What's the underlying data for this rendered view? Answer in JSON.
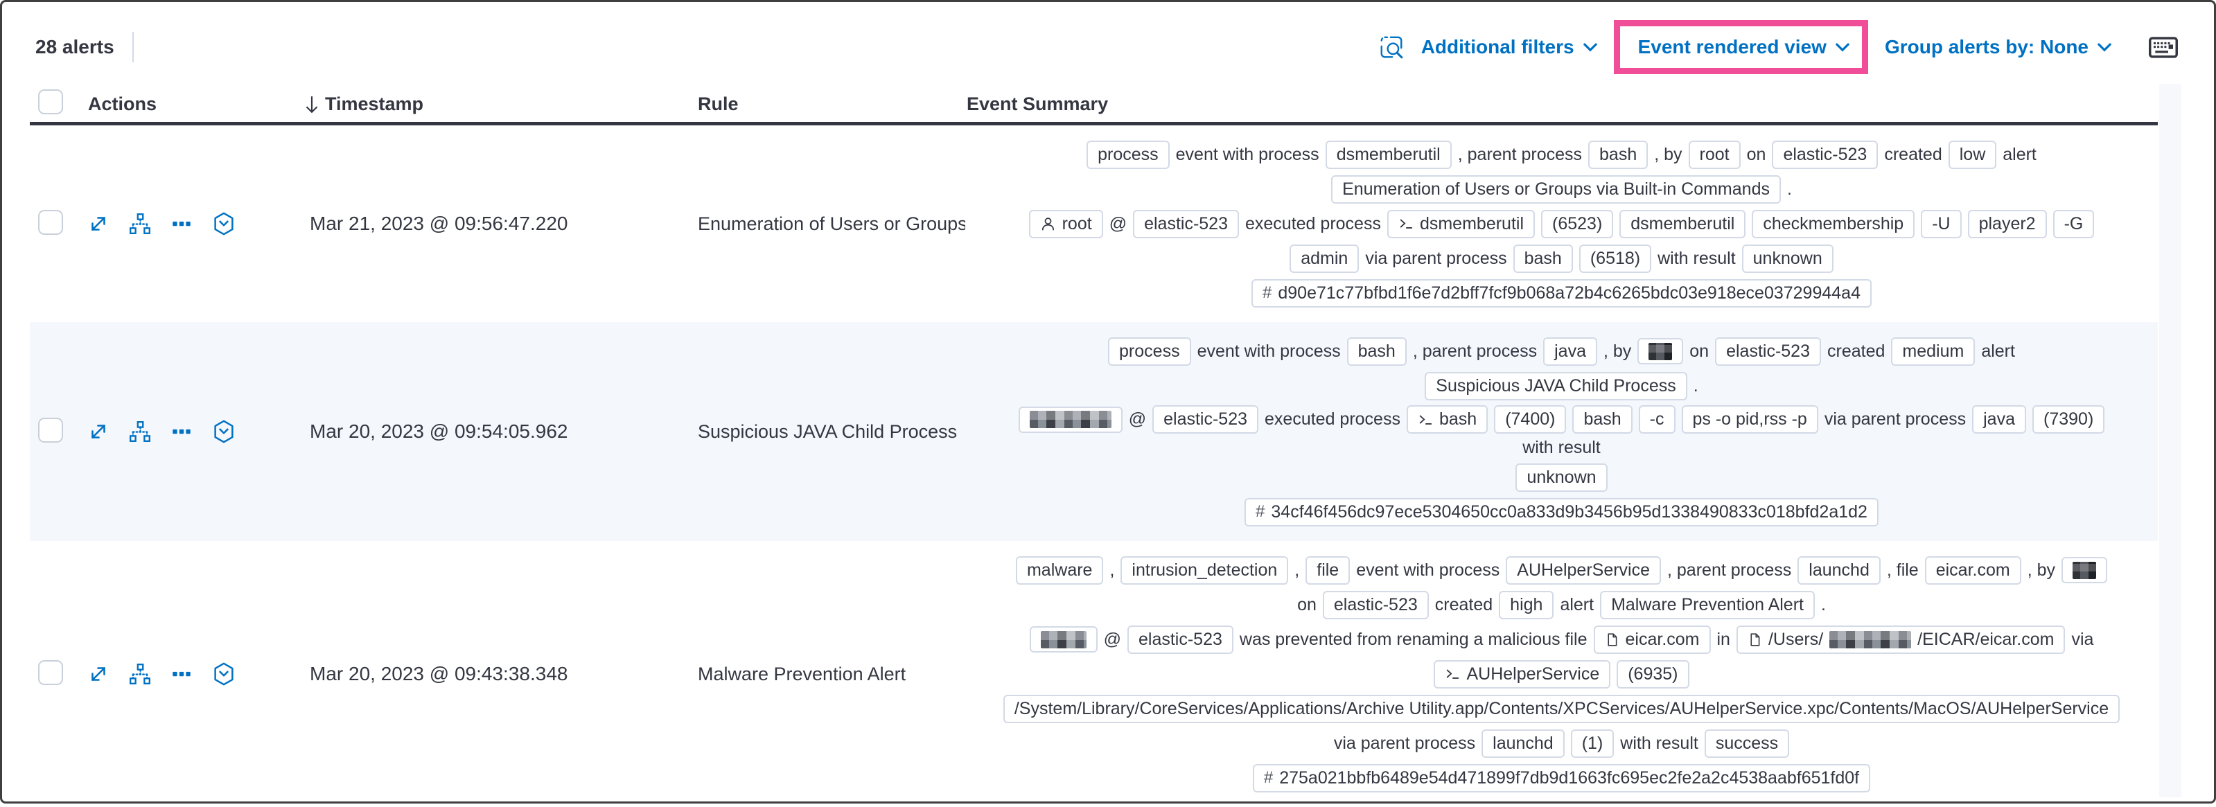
{
  "colors": {
    "accent_blue": "#0071c2",
    "highlight_pink": "#f04e98",
    "dark_text": "#343741",
    "pill_border": "#d3dae6",
    "striped_row_bg": "#f4f7fc"
  },
  "toolbar": {
    "alerts_count": "28 alerts",
    "additional_filters_label": "Additional filters",
    "view_selector_label": "Event rendered view",
    "group_by_label": "Group alerts by: None"
  },
  "table": {
    "headers": {
      "actions": "Actions",
      "timestamp": "Timestamp",
      "rule": "Rule",
      "event_summary": "Event Summary"
    },
    "action_icons": [
      "expand-alert-icon",
      "analyze-event-icon",
      "more-actions-icon",
      "session-viewer-icon"
    ]
  },
  "rows": [
    {
      "timestamp": "Mar 21, 2023 @ 09:56:47.220",
      "rule": "Enumeration of Users or Groups via Bui",
      "summary": [
        [
          {
            "t": "p",
            "v": "process"
          },
          {
            "t": "x",
            "v": "event with process"
          },
          {
            "t": "p",
            "v": "dsmemberutil"
          },
          {
            "t": "x",
            "v": ", parent process"
          },
          {
            "t": "p",
            "v": "bash"
          },
          {
            "t": "x",
            "v": ", by"
          },
          {
            "t": "p",
            "v": "root"
          },
          {
            "t": "x",
            "v": "on"
          },
          {
            "t": "p",
            "v": "elastic-523"
          },
          {
            "t": "x",
            "v": "created"
          },
          {
            "t": "p",
            "v": "low"
          },
          {
            "t": "x",
            "v": "alert"
          }
        ],
        [
          {
            "t": "p",
            "v": "Enumeration of Users or Groups via Built-in Commands"
          },
          {
            "t": "x",
            "v": "."
          }
        ],
        [
          {
            "t": "p",
            "i": "user-icon",
            "v": "root"
          },
          {
            "t": "x",
            "v": "@"
          },
          {
            "t": "p",
            "v": "elastic-523"
          },
          {
            "t": "x",
            "v": "executed process"
          },
          {
            "t": "p",
            "i": "terminal-icon",
            "v": "dsmemberutil"
          },
          {
            "t": "p",
            "v": "(6523)"
          },
          {
            "t": "p",
            "v": "dsmemberutil"
          },
          {
            "t": "p",
            "v": "checkmembership"
          },
          {
            "t": "p",
            "v": "-U"
          },
          {
            "t": "p",
            "v": "player2"
          },
          {
            "t": "p",
            "v": "-G"
          }
        ],
        [
          {
            "t": "p",
            "v": "admin"
          },
          {
            "t": "x",
            "v": "via parent process"
          },
          {
            "t": "p",
            "v": "bash"
          },
          {
            "t": "p",
            "v": "(6518)"
          },
          {
            "t": "x",
            "v": "with result"
          },
          {
            "t": "p",
            "v": "unknown"
          }
        ],
        [
          {
            "t": "p",
            "i": "hash-icon",
            "v": "d90e71c77bfbd1f6e7d2bff7fcf9b068a72b4c6265bdc03e918ece03729944a4"
          }
        ]
      ]
    },
    {
      "timestamp": "Mar 20, 2023 @ 09:54:05.962",
      "rule": "Suspicious JAVA Child Process",
      "summary": [
        [
          {
            "t": "p",
            "v": "process"
          },
          {
            "t": "x",
            "v": "event with process"
          },
          {
            "t": "p",
            "v": "bash"
          },
          {
            "t": "x",
            "v": ", parent process"
          },
          {
            "t": "p",
            "v": "java"
          },
          {
            "t": "x",
            "v": ", by"
          },
          {
            "t": "p",
            "r": "xs"
          },
          {
            "t": "x",
            "v": "on"
          },
          {
            "t": "p",
            "v": "elastic-523"
          },
          {
            "t": "x",
            "v": "created"
          },
          {
            "t": "p",
            "v": "medium"
          },
          {
            "t": "x",
            "v": "alert"
          }
        ],
        [
          {
            "t": "p",
            "v": "Suspicious JAVA Child Process"
          },
          {
            "t": "x",
            "v": "."
          }
        ],
        [
          {
            "t": "p",
            "r": "md"
          },
          {
            "t": "x",
            "v": "@"
          },
          {
            "t": "p",
            "v": "elastic-523"
          },
          {
            "t": "x",
            "v": "executed process"
          },
          {
            "t": "p",
            "i": "terminal-icon",
            "v": "bash"
          },
          {
            "t": "p",
            "v": "(7400)"
          },
          {
            "t": "p",
            "v": "bash"
          },
          {
            "t": "p",
            "v": "-c"
          },
          {
            "t": "p",
            "v": "ps -o pid,rss -p"
          },
          {
            "t": "x",
            "v": "via parent process"
          },
          {
            "t": "p",
            "v": "java"
          },
          {
            "t": "p",
            "v": "(7390)"
          },
          {
            "t": "x",
            "v": "with result"
          }
        ],
        [
          {
            "t": "p",
            "v": "unknown"
          }
        ],
        [
          {
            "t": "p",
            "i": "hash-icon",
            "v": "34cf46f456dc97ece5304650cc0a833d9b3456b95d1338490833c018bfd2a1d2"
          }
        ]
      ]
    },
    {
      "timestamp": "Mar 20, 2023 @ 09:43:38.348",
      "rule": "Malware Prevention Alert",
      "summary": [
        [
          {
            "t": "p",
            "v": "malware"
          },
          {
            "t": "x",
            "v": ","
          },
          {
            "t": "p",
            "v": "intrusion_detection"
          },
          {
            "t": "x",
            "v": ","
          },
          {
            "t": "p",
            "v": "file"
          },
          {
            "t": "x",
            "v": "event with process"
          },
          {
            "t": "p",
            "v": "AUHelperService"
          },
          {
            "t": "x",
            "v": ", parent process"
          },
          {
            "t": "p",
            "v": "launchd"
          },
          {
            "t": "x",
            "v": ", file"
          },
          {
            "t": "p",
            "v": "eicar.com"
          },
          {
            "t": "x",
            "v": ", by"
          },
          {
            "t": "p",
            "r": "xs"
          }
        ],
        [
          {
            "t": "x",
            "v": "on"
          },
          {
            "t": "p",
            "v": "elastic-523"
          },
          {
            "t": "x",
            "v": "created"
          },
          {
            "t": "p",
            "v": "high"
          },
          {
            "t": "x",
            "v": "alert"
          },
          {
            "t": "p",
            "v": "Malware Prevention Alert"
          },
          {
            "t": "x",
            "v": "."
          }
        ],
        [
          {
            "t": "p",
            "r": "sm"
          },
          {
            "t": "x",
            "v": "@"
          },
          {
            "t": "p",
            "v": "elastic-523"
          },
          {
            "t": "x",
            "v": "was prevented from renaming a malicious file"
          },
          {
            "t": "p",
            "i": "document-icon",
            "v": "eicar.com"
          },
          {
            "t": "x",
            "v": "in"
          },
          {
            "t": "p",
            "i": "document-icon",
            "parts": [
              {
                "v": "/Users/"
              },
              {
                "r": "md"
              },
              {
                "v": "/EICAR/eicar.com"
              }
            ]
          },
          {
            "t": "x",
            "v": "via"
          }
        ],
        [
          {
            "t": "p",
            "i": "terminal-icon",
            "v": "AUHelperService"
          },
          {
            "t": "p",
            "v": "(6935)"
          }
        ],
        [
          {
            "t": "p",
            "v": "/System/Library/CoreServices/Applications/Archive Utility.app/Contents/XPCServices/AUHelperService.xpc/Contents/MacOS/AUHelperService"
          }
        ],
        [
          {
            "t": "x",
            "v": "via parent process"
          },
          {
            "t": "p",
            "v": "launchd"
          },
          {
            "t": "p",
            "v": "(1)"
          },
          {
            "t": "x",
            "v": "with result"
          },
          {
            "t": "p",
            "v": "success"
          }
        ],
        [
          {
            "t": "p",
            "i": "hash-icon",
            "v": "275a021bbfb6489e54d471899f7db9d1663fc695ec2fe2a2c4538aabf651fd0f"
          }
        ]
      ]
    }
  ]
}
